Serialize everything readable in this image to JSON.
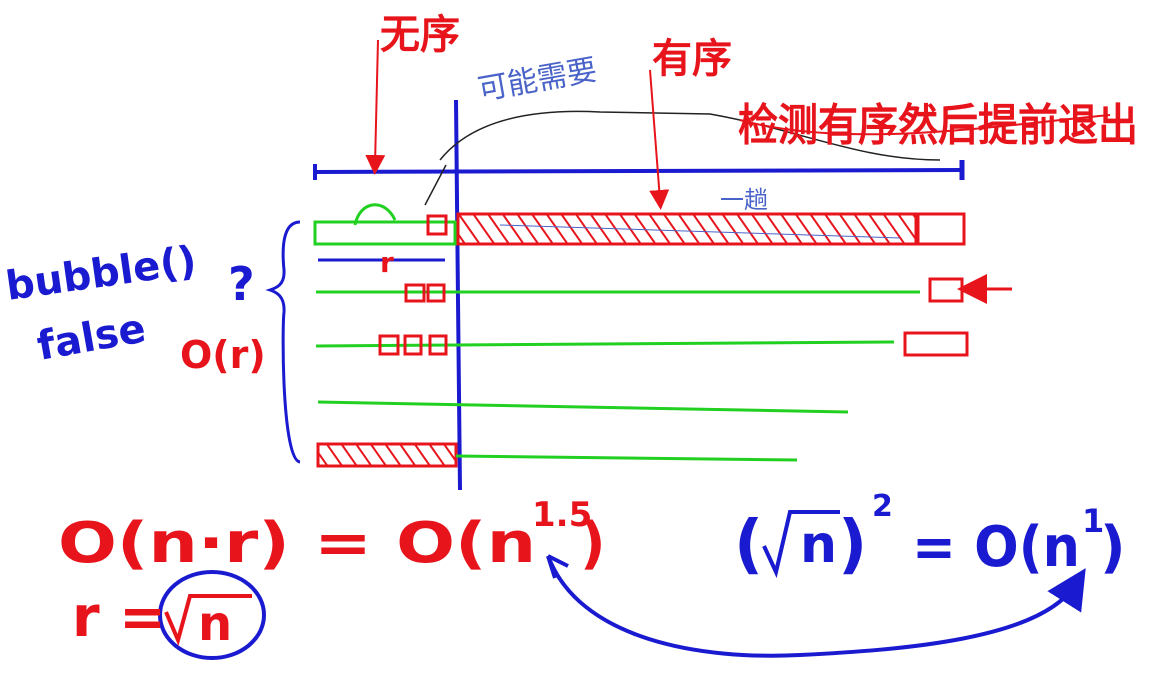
{
  "colors": {
    "red": "#e8141c",
    "blue": "#1a1ad0",
    "green": "#22d022",
    "black": "#222222",
    "thin_blue": "#4a63c8"
  },
  "labels": {
    "top_left_red": "无序",
    "top_blue_thin": "可能需要",
    "top_right_red": "有序",
    "check_red": "检测有序然后提前退出",
    "label_blue_small": "一趟",
    "bubble": "bubble()",
    "false": "false",
    "question": "?",
    "o_r": "O(r)",
    "r_mark": "r",
    "formula_left": "O(n·r) = O(n",
    "formula_exp": "1.5",
    "formula_close": ")",
    "r_eq": "r =",
    "sqrt_n": "n",
    "formula_right_base": "n",
    "formula_right_sq": "2",
    "formula_right_eq": "= O(n",
    "formula_right_exp": "1",
    "formula_right_close": ")"
  }
}
